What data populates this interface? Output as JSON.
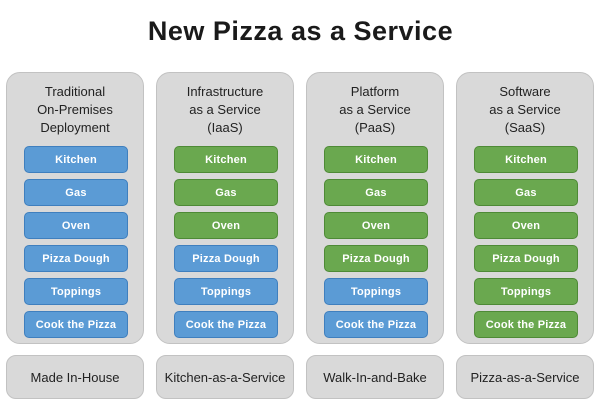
{
  "title": "New Pizza as a Service",
  "colors": {
    "on_premises": "#5b9bd5",
    "vendor_managed": "#6aa84f",
    "panel": "#d9d9d9"
  },
  "columns": [
    {
      "header": "Traditional\nOn-Premises\nDeployment",
      "footer": "Made In-House",
      "tiles": [
        {
          "label": "Kitchen",
          "owner": "blue"
        },
        {
          "label": "Gas",
          "owner": "blue"
        },
        {
          "label": "Oven",
          "owner": "blue"
        },
        {
          "label": "Pizza Dough",
          "owner": "blue"
        },
        {
          "label": "Toppings",
          "owner": "blue"
        },
        {
          "label": "Cook the Pizza",
          "owner": "blue"
        }
      ]
    },
    {
      "header": "Infrastructure\nas a Service\n(IaaS)",
      "footer": "Kitchen-as-a-Service",
      "tiles": [
        {
          "label": "Kitchen",
          "owner": "green"
        },
        {
          "label": "Gas",
          "owner": "green"
        },
        {
          "label": "Oven",
          "owner": "green"
        },
        {
          "label": "Pizza Dough",
          "owner": "blue"
        },
        {
          "label": "Toppings",
          "owner": "blue"
        },
        {
          "label": "Cook the Pizza",
          "owner": "blue"
        }
      ]
    },
    {
      "header": "Platform\nas a Service\n(PaaS)",
      "footer": "Walk-In-and-Bake",
      "tiles": [
        {
          "label": "Kitchen",
          "owner": "green"
        },
        {
          "label": "Gas",
          "owner": "green"
        },
        {
          "label": "Oven",
          "owner": "green"
        },
        {
          "label": "Pizza Dough",
          "owner": "green"
        },
        {
          "label": "Toppings",
          "owner": "blue"
        },
        {
          "label": "Cook the Pizza",
          "owner": "blue"
        }
      ]
    },
    {
      "header": "Software\nas a Service\n(SaaS)",
      "footer": "Pizza-as-a-Service",
      "tiles": [
        {
          "label": "Kitchen",
          "owner": "green"
        },
        {
          "label": "Gas",
          "owner": "green"
        },
        {
          "label": "Oven",
          "owner": "green"
        },
        {
          "label": "Pizza Dough",
          "owner": "green"
        },
        {
          "label": "Toppings",
          "owner": "green"
        },
        {
          "label": "Cook the Pizza",
          "owner": "green"
        }
      ]
    }
  ]
}
